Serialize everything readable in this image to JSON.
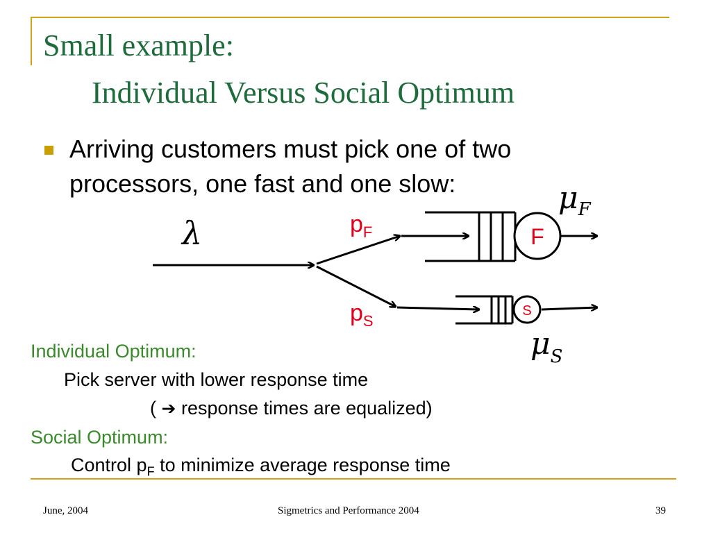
{
  "slide": {
    "title_line1": "Small example:",
    "title_line2": "Individual Versus Social Optimum",
    "bullet": "Arriving customers must pick one of two processors, one fast and one slow:",
    "individual_heading": "Individual Optimum:",
    "individual_line": "Pick server with lower response time",
    "equalized_open": "(",
    "arrow_symbol": "➔",
    "equalized_text": "response times are equalized)",
    "social_heading": "Social Optimum:",
    "social_prefix": "Control p",
    "social_sub": "F",
    "social_suffix": " to minimize average response time"
  },
  "diagram": {
    "lambda": "λ",
    "mu": "μ",
    "mu_f_sub": "F",
    "mu_s_sub": "S",
    "p_letter": "p",
    "pf_sub": "F",
    "ps_sub": "S",
    "server_fast_label": "F",
    "server_slow_label": "S"
  },
  "footer": {
    "date": "June, 2004",
    "conference": "Sigmetrics and Performance 2004",
    "page_number": "39"
  },
  "colors": {
    "title": "#1E6B3C",
    "accent_green": "#3A8A2C",
    "highlight_red": "#E0001B",
    "frame_gold": "#D4A017"
  }
}
